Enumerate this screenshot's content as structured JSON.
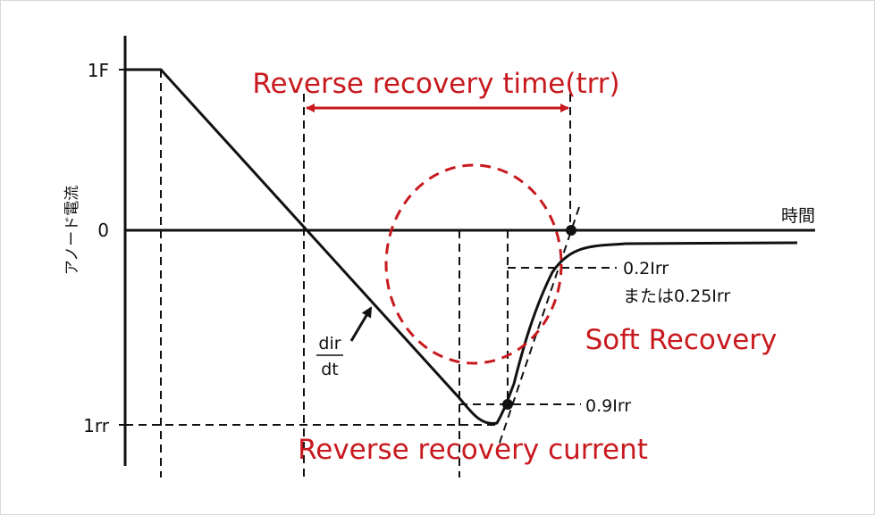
{
  "colors": {
    "accent": "#c8191e",
    "ink": "#111111",
    "border": "#d9d9d9"
  },
  "axes": {
    "y_title": "アノード電流",
    "x_title": "時間",
    "y_ticks": {
      "if": "1F",
      "zero": "0",
      "irr": "1rr"
    }
  },
  "annotations": {
    "trr_title": "Reverse recovery time(trr)",
    "irr_title": "Reverse recovery current",
    "soft_recovery": "Soft Recovery",
    "didt_numerator": "dir",
    "didt_denominator": "dt",
    "level_02_line1": "0.2Irr",
    "level_02_line2": "または0.25Irr",
    "level_09": "0.9Irr"
  }
}
